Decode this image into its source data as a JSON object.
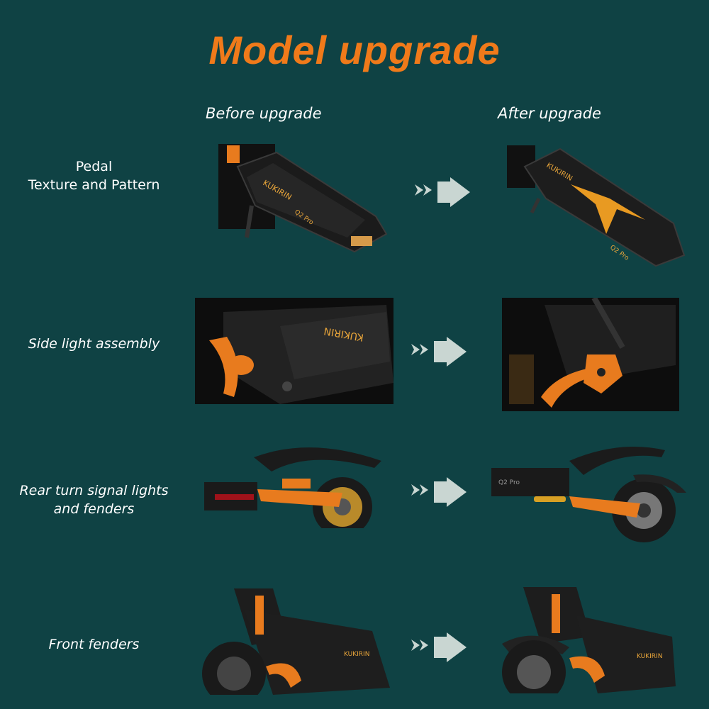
{
  "title": "Model upgrade",
  "columns": {
    "before": "Before upgrade",
    "after": "After upgrade"
  },
  "rows": [
    {
      "label_line1": "Pedal",
      "label_line2": "Texture and Pattern",
      "deck_text": "Q2 Pro"
    },
    {
      "label_line1": "Side light assembly",
      "label_line2": ""
    },
    {
      "label_line1": "Rear turn signal lights",
      "label_line2": "and fenders"
    },
    {
      "label_line1": "Front fenders",
      "label_line2": ""
    }
  ],
  "brand_text": "KUKIRIN",
  "colors": {
    "background": "#0f4244",
    "accent": "#f07a1a",
    "arrow": "#c9d6d2"
  }
}
